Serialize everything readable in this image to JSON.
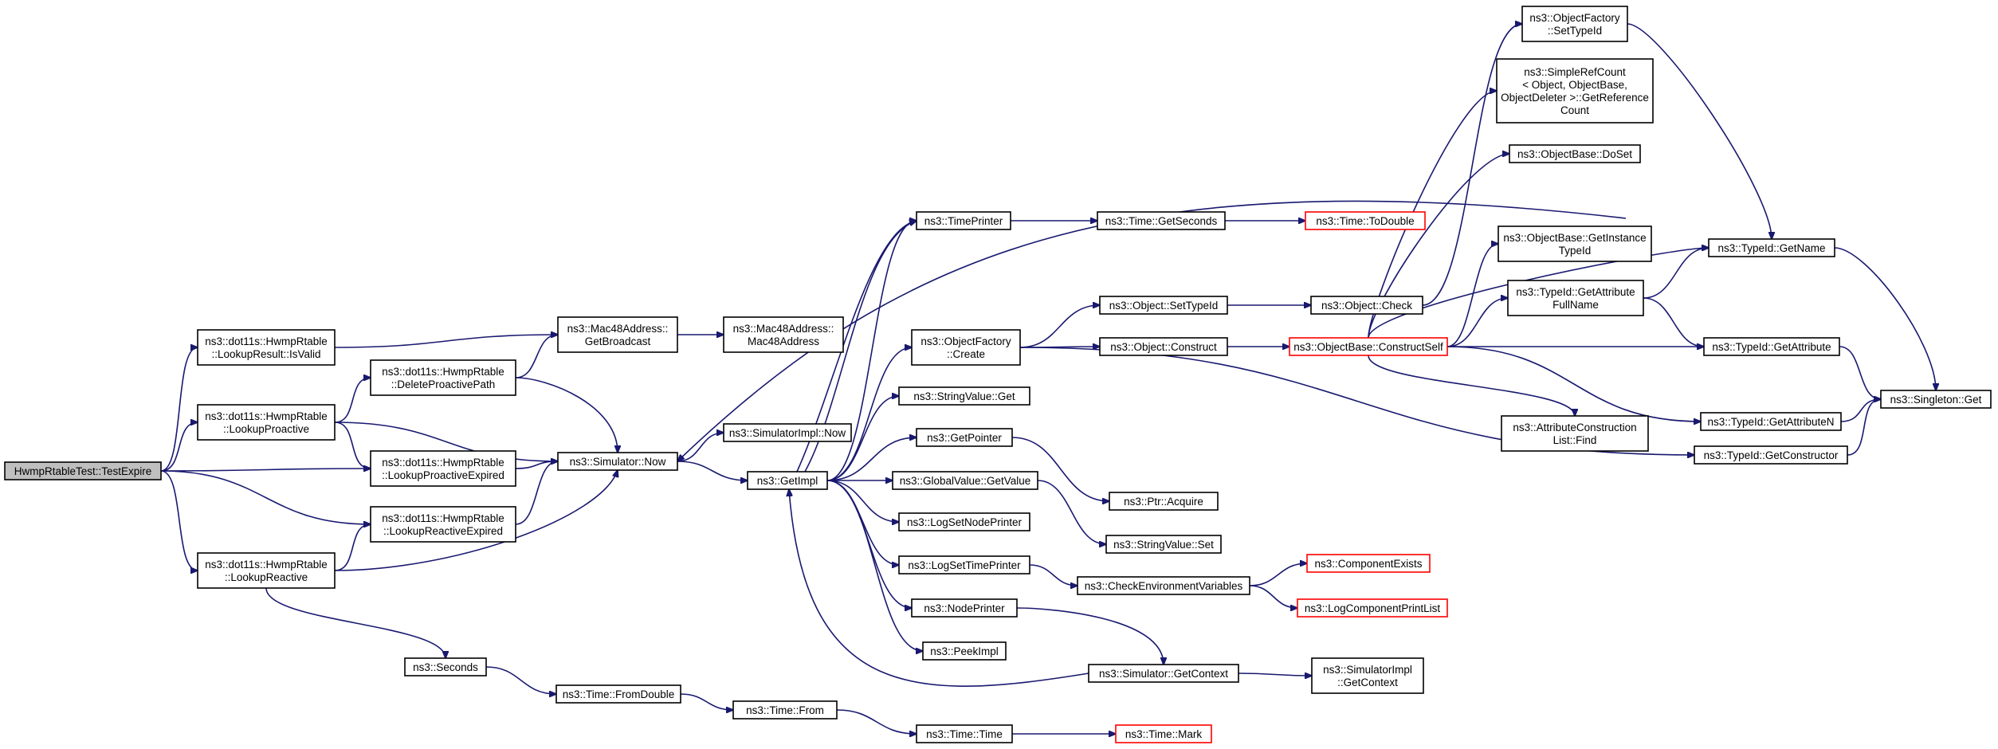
{
  "graph": {
    "nodes": [
      {
        "id": "root",
        "lines": [
          "HwmpRtableTest::TestExpire"
        ],
        "style": "root"
      },
      {
        "id": "isvalid",
        "lines": [
          "ns3::dot11s::HwmpRtable",
          "::LookupResult::IsValid"
        ]
      },
      {
        "id": "lookupproactive",
        "lines": [
          "ns3::dot11s::HwmpRtable",
          "::LookupProactive"
        ]
      },
      {
        "id": "lookupproactiveexpired",
        "lines": [
          "ns3::dot11s::HwmpRtable",
          "::LookupProactiveExpired"
        ]
      },
      {
        "id": "lookupreactiveexpired",
        "lines": [
          "ns3::dot11s::HwmpRtable",
          "::LookupReactiveExpired"
        ]
      },
      {
        "id": "lookupreactive",
        "lines": [
          "ns3::dot11s::HwmpRtable",
          "::LookupReactive"
        ]
      },
      {
        "id": "deleteproactivepath",
        "lines": [
          "ns3::dot11s::HwmpRtable",
          "::DeleteProactivePath"
        ]
      },
      {
        "id": "seconds",
        "lines": [
          "ns3::Seconds"
        ]
      },
      {
        "id": "getbroadcast",
        "lines": [
          "ns3::Mac48Address::",
          "GetBroadcast"
        ]
      },
      {
        "id": "simnow",
        "lines": [
          "ns3::Simulator::Now"
        ]
      },
      {
        "id": "fromdouble",
        "lines": [
          "ns3::Time::FromDouble"
        ]
      },
      {
        "id": "mac48address",
        "lines": [
          "ns3::Mac48Address::",
          "Mac48Address"
        ]
      },
      {
        "id": "simimplnow",
        "lines": [
          "ns3::SimulatorImpl::Now"
        ]
      },
      {
        "id": "getimpl",
        "lines": [
          "ns3::GetImpl"
        ]
      },
      {
        "id": "timefrom",
        "lines": [
          "ns3::Time::From"
        ]
      },
      {
        "id": "timeprinter",
        "lines": [
          "ns3::TimePrinter"
        ]
      },
      {
        "id": "ofcreate",
        "lines": [
          "ns3::ObjectFactory",
          "::Create"
        ]
      },
      {
        "id": "stringvalueget",
        "lines": [
          "ns3::StringValue::Get"
        ]
      },
      {
        "id": "getpointer",
        "lines": [
          "ns3::GetPointer"
        ]
      },
      {
        "id": "gvgetvalue",
        "lines": [
          "ns3::GlobalValue::GetValue"
        ]
      },
      {
        "id": "logsetnodeprinter",
        "lines": [
          "ns3::LogSetNodePrinter"
        ]
      },
      {
        "id": "logsettimeprinter",
        "lines": [
          "ns3::LogSetTimePrinter"
        ]
      },
      {
        "id": "nodeprinter",
        "lines": [
          "ns3::NodePrinter"
        ]
      },
      {
        "id": "peekimpl",
        "lines": [
          "ns3::PeekImpl"
        ]
      },
      {
        "id": "timetime",
        "lines": [
          "ns3::Time::Time"
        ]
      },
      {
        "id": "timegetseconds",
        "lines": [
          "ns3::Time::GetSeconds"
        ]
      },
      {
        "id": "objsettypeid",
        "lines": [
          "ns3::Object::SetTypeId"
        ]
      },
      {
        "id": "objconstruct",
        "lines": [
          "ns3::Object::Construct"
        ]
      },
      {
        "id": "ptracquire",
        "lines": [
          "ns3::Ptr::Acquire"
        ]
      },
      {
        "id": "stringvalueset",
        "lines": [
          "ns3::StringValue::Set"
        ]
      },
      {
        "id": "checkenv",
        "lines": [
          "ns3::CheckEnvironmentVariables"
        ]
      },
      {
        "id": "simgetcontext",
        "lines": [
          "ns3::Simulator::GetContext"
        ]
      },
      {
        "id": "timemark",
        "lines": [
          "ns3::Time::Mark"
        ],
        "style": "red"
      },
      {
        "id": "todouble",
        "lines": [
          "ns3::Time::ToDouble"
        ],
        "style": "red"
      },
      {
        "id": "objcheck",
        "lines": [
          "ns3::Object::Check"
        ]
      },
      {
        "id": "constructself",
        "lines": [
          "ns3::ObjectBase::ConstructSelf"
        ],
        "style": "red"
      },
      {
        "id": "componentexists",
        "lines": [
          "ns3::ComponentExists"
        ],
        "style": "red"
      },
      {
        "id": "logcompprintlist",
        "lines": [
          "ns3::LogComponentPrintList"
        ],
        "style": "red"
      },
      {
        "id": "simimplgetcontext",
        "lines": [
          "ns3::SimulatorImpl",
          "::GetContext"
        ]
      },
      {
        "id": "ofsettypeid",
        "lines": [
          "ns3::ObjectFactory",
          "::SetTypeId"
        ]
      },
      {
        "id": "simplerefcount",
        "lines": [
          "ns3::SimpleRefCount",
          "< Object, ObjectBase,",
          "ObjectDeleter >::GetReference",
          "Count"
        ]
      },
      {
        "id": "obdoset",
        "lines": [
          "ns3::ObjectBase::DoSet"
        ]
      },
      {
        "id": "obgetinstancetypeid",
        "lines": [
          "ns3::ObjectBase::GetInstance",
          "TypeId"
        ]
      },
      {
        "id": "tidgetattrfullname",
        "lines": [
          "ns3::TypeId::GetAttribute",
          "FullName"
        ]
      },
      {
        "id": "attrconstructionfind",
        "lines": [
          "ns3::AttributeConstruction",
          "List::Find"
        ]
      },
      {
        "id": "tidgetname",
        "lines": [
          "ns3::TypeId::GetName"
        ]
      },
      {
        "id": "tidgetattribute",
        "lines": [
          "ns3::TypeId::GetAttribute"
        ]
      },
      {
        "id": "tidgetattributen",
        "lines": [
          "ns3::TypeId::GetAttributeN"
        ]
      },
      {
        "id": "tidgetconstructor",
        "lines": [
          "ns3::TypeId::GetConstructor"
        ]
      },
      {
        "id": "singletonget",
        "lines": [
          "ns3::Singleton::Get"
        ]
      }
    ]
  }
}
